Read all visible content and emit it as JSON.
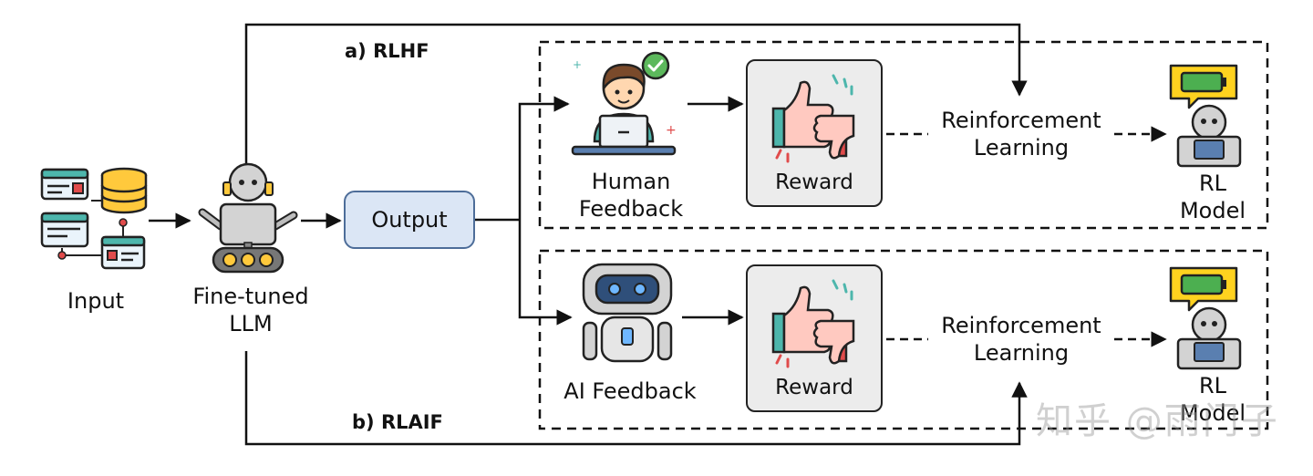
{
  "rlhf": {
    "title": "a) RLHF",
    "feedback_label": "Human\nFeedback",
    "reward_label": "Reward",
    "rl_label": "Reinforcement\nLearning",
    "model_label": "RL\nModel"
  },
  "rlaif": {
    "title": "b) RLAIF",
    "feedback_label": "AI Feedback",
    "reward_label": "Reward",
    "rl_label": "Reinforcement\nLearning",
    "model_label": "RL\nModel"
  },
  "input_label": "Input",
  "llm_label": "Fine-tuned\nLLM",
  "output_label": "Output",
  "watermark": "知乎 @雨门子",
  "colors": {
    "output_fill": "#dbe6f5",
    "output_border": "#4d6d99",
    "reward_fill": "#ececec",
    "battery": "#4caf50",
    "speech_bubble": "#ffd21f",
    "check_badge": "#5cb85c"
  },
  "icons": [
    "database-icon",
    "robot-icon",
    "human-at-laptop-icon",
    "check-badge-icon",
    "thumbs-up-down-icon",
    "ai-robot-head-icon",
    "battery-bubble-icon",
    "rl-robot-icon"
  ]
}
